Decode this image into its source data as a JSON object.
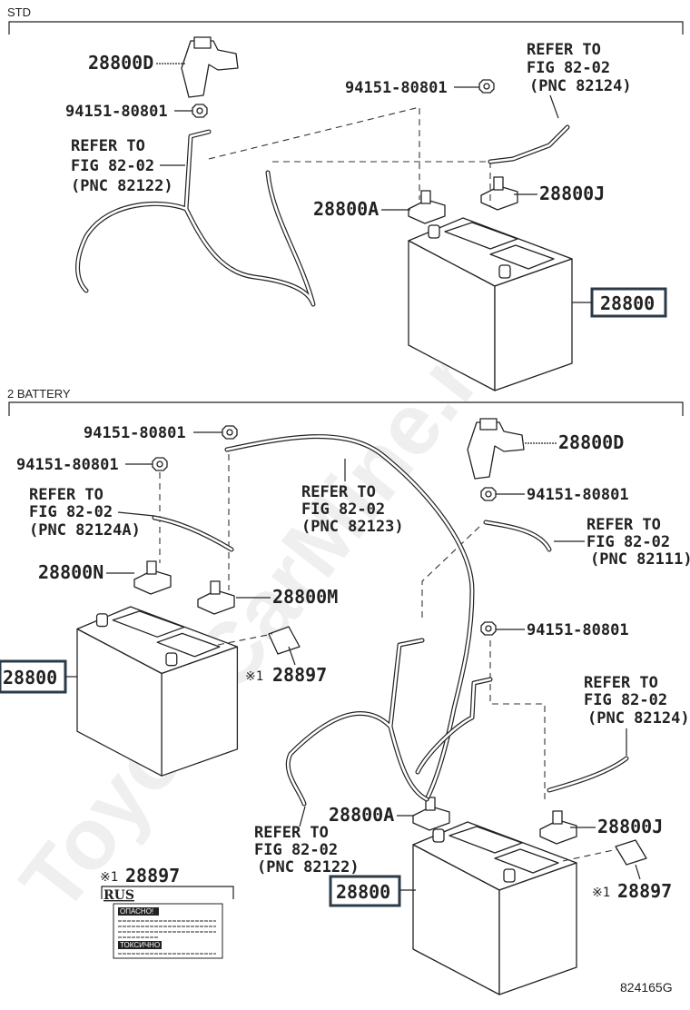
{
  "diagram_id": "824165G",
  "watermark": "ToyotaCarMine.ru",
  "sections": {
    "std": {
      "title": "STD",
      "labels": {
        "p28800d": "28800D",
        "nut_left": "94151-80801",
        "ref_left": [
          "REFER TO",
          "FIG 82-02",
          "(PNC 82122)"
        ],
        "nut_right": "94151-80801",
        "ref_right": [
          "REFER TO",
          "FIG 82-02",
          "(PNC 82124)"
        ],
        "p28800a": "28800A",
        "p28800j": "28800J",
        "battery": "28800"
      }
    },
    "two_battery": {
      "title": "2 BATTERY",
      "labels": {
        "nut_top": "94151-80801",
        "nut_left": "94151-80801",
        "ref_124a": [
          "REFER TO",
          "FIG 82-02",
          "(PNC 82124A)"
        ],
        "p28800n": "28800N",
        "p28800m": "28800M",
        "battery_left": "28800",
        "label_left_mark": "※1",
        "label_left": "28897",
        "ref_123": [
          "REFER TO",
          "FIG 82-02",
          "(PNC 82123)"
        ],
        "p28800d": "28800D",
        "nut_right1": "94151-80801",
        "ref_111": [
          "REFER TO",
          "FIG 82-02",
          "(PNC 82111)"
        ],
        "nut_right2": "94151-80801",
        "ref_124": [
          "REFER TO",
          "FIG 82-02",
          "(PNC 82124)"
        ],
        "p28800a": "28800A",
        "p28800j": "28800J",
        "ref_122": [
          "REFER TO",
          "FIG 82-02",
          "(PNC 82122)"
        ],
        "battery_right": "28800",
        "label_right_mark": "※1",
        "label_right": "28897"
      }
    },
    "rus_label": {
      "mark": "※1",
      "part": "28897",
      "region": "RUS",
      "line1": "ОПАСНО!",
      "line2": "ТОКСИЧНО"
    }
  }
}
